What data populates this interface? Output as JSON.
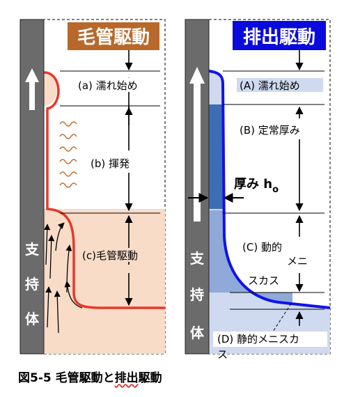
{
  "left": {
    "title": "毛管駆動",
    "title_color": "#b8682a",
    "support": [
      "支",
      "持",
      "体"
    ],
    "labels": {
      "a": "(a) 濡れ始め",
      "b": "(b) 揮発",
      "c": "(c)毛管駆動"
    }
  },
  "right": {
    "title": "排出駆動",
    "title_color": "#0a0adc",
    "support": [
      "支",
      "持",
      "体"
    ],
    "thickness_label": "厚み h",
    "thickness_subscript": "o",
    "labels": {
      "A": "(A) 濡れ始め",
      "B": "(B) 定常厚み",
      "C1": "(C) 動的",
      "C2": "メニ",
      "C3": "スカス",
      "D1": "(D) 静的メニスカ",
      "D2": "ス"
    }
  },
  "caption": {
    "prefix": "図5-5 毛管駆動と",
    "underlined": "排出",
    "suffix": "駆動"
  },
  "colors": {
    "support": "#6b6b6b",
    "meniscus_line": "#e8382a",
    "capillary_fill": "#f8dcc8",
    "wave": "#b86a2a",
    "blue_line": "#1111ee",
    "film_dark": "#3d6db5",
    "film_light": "#cfdaf0"
  }
}
